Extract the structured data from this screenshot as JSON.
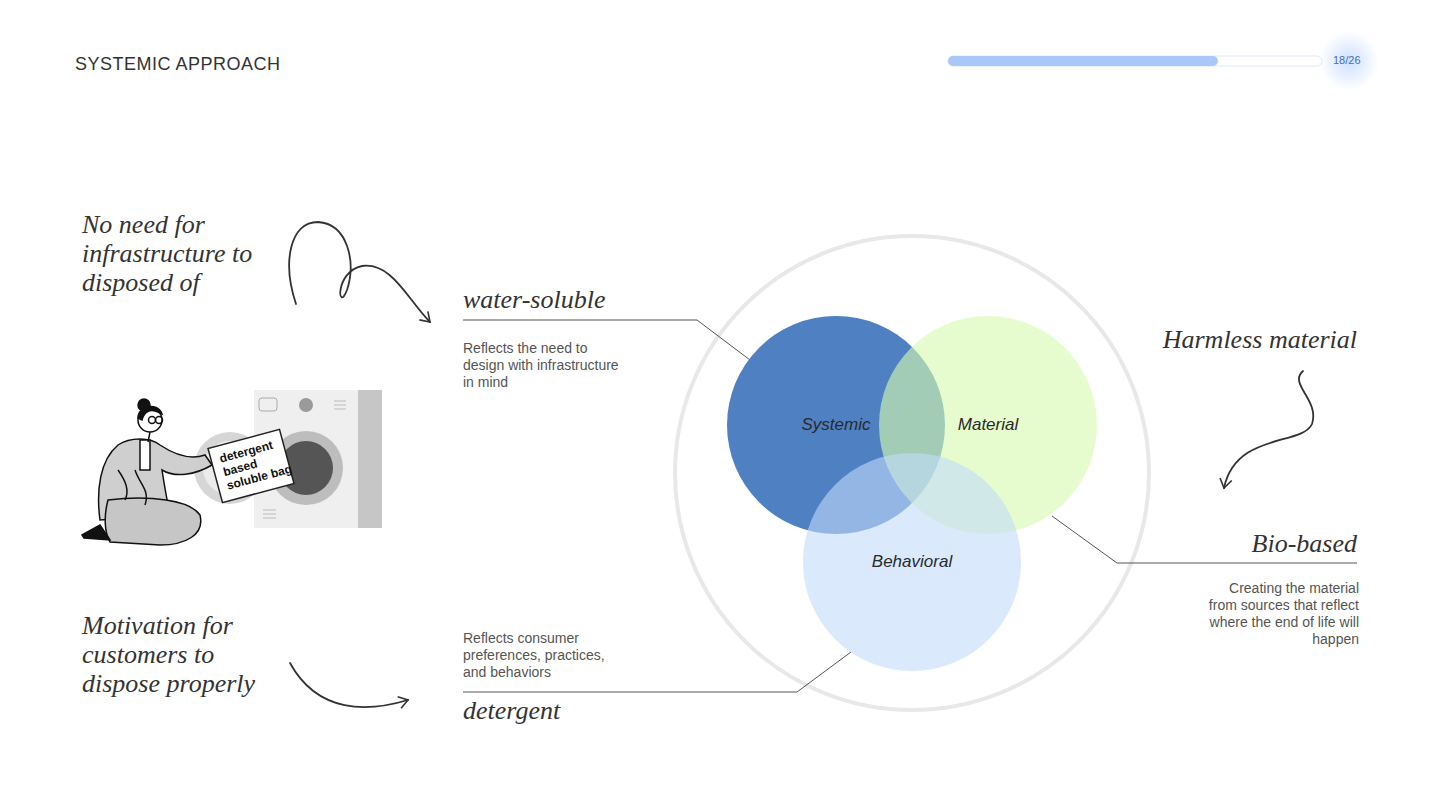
{
  "diagram": {
    "title": "SYSTEMIC APPROACH",
    "nodes": [
      {
        "text": [
          "Systemic"
        ]
      },
      {
        "text": [
          "Material"
        ]
      },
      {
        "text": [
          "Behavioral"
        ]
      }
    ],
    "labels": [
      "18/26",
      "No need for infrastructure to disposed of",
      "water-soluble",
      "Reflects the need to design with infrastructure in mind",
      "Harmless material",
      "Bio-based",
      "Creating the material from sources that reflect where the end of life will happen",
      "Motivation for customers to dispose properly",
      "Reflects consumer preferences, practices, and behaviors",
      "detergent",
      "detergent based soluble bag"
    ]
  }
}
